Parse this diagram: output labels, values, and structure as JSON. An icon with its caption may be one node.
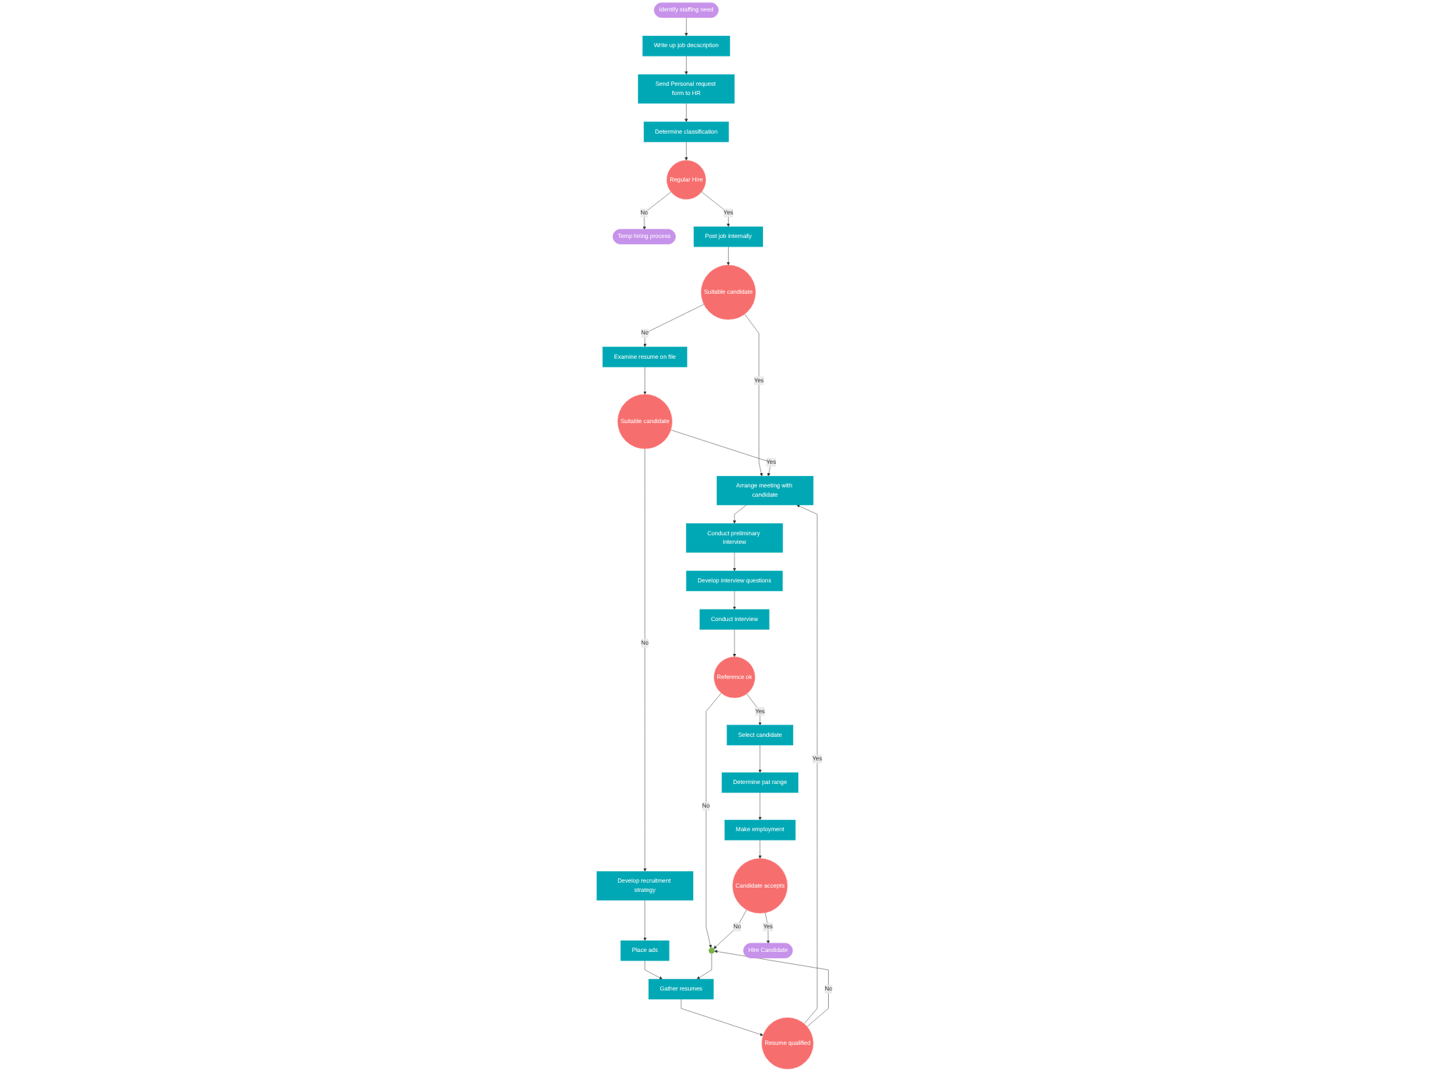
{
  "diagram": {
    "nodes": [
      {
        "text": [
          "Identify staffing need"
        ]
      },
      {
        "text": [
          "Write up job decscription"
        ]
      },
      {
        "text": [
          "Send Personal request form to HR"
        ]
      },
      {
        "text": [
          "Determine classification"
        ]
      },
      {
        "text": [
          "Regular Hire"
        ]
      },
      {
        "text": [
          "Temp hiring process"
        ]
      },
      {
        "text": [
          "Post job internally"
        ]
      },
      {
        "text": [
          "Suitable candidate"
        ]
      },
      {
        "text": [
          "Examine resume on file"
        ]
      },
      {
        "text": [
          "Suitable candidate"
        ]
      },
      {
        "text": [
          "Develop recruitment strategy"
        ]
      },
      {
        "text": [
          "Place ads"
        ]
      },
      {
        "text": [
          "Gather resumes"
        ]
      },
      {
        "text": [
          "Resume qualified"
        ]
      },
      {
        "text": [
          "Arrange meeting with candidate"
        ]
      },
      {
        "text": [
          "Conduct preliminary interview"
        ]
      },
      {
        "text": [
          "Develop interview questions"
        ]
      },
      {
        "text": [
          "Conduct interview"
        ]
      },
      {
        "text": [
          "Reference ok"
        ]
      },
      {
        "text": [],
        "shape": "circle"
      },
      {
        "text": [
          "Select candidate"
        ]
      },
      {
        "text": [
          "Determine pat range"
        ]
      },
      {
        "text": [
          "Make employment"
        ]
      },
      {
        "text": [
          "Candidate accepts"
        ]
      },
      {
        "text": [
          "Hire Candidate"
        ]
      }
    ],
    "edges": [
      {
        "from": 0,
        "to": 1,
        "arrow": "to"
      },
      {
        "from": 1,
        "to": 2,
        "arrow": "to"
      },
      {
        "from": 2,
        "to": 3,
        "arrow": "to"
      },
      {
        "from": 3,
        "to": 4,
        "arrow": "to"
      },
      {
        "from": 4,
        "to": 6,
        "arrow": "to",
        "label": "Yes"
      },
      {
        "from": 4,
        "to": 5,
        "arrow": "to",
        "label": "No"
      },
      {
        "from": 6,
        "to": 7,
        "arrow": "to"
      },
      {
        "from": 7,
        "to": 14,
        "arrow": "to",
        "label": "Yes"
      },
      {
        "from": 7,
        "to": 8,
        "arrow": "to",
        "label": "No"
      },
      {
        "from": 8,
        "to": 9,
        "arrow": "to"
      },
      {
        "from": 9,
        "to": 14,
        "arrow": "to",
        "label": "Yes"
      },
      {
        "from": 9,
        "to": 10,
        "arrow": "to",
        "label": "No"
      },
      {
        "from": 10,
        "to": 11,
        "arrow": "to"
      },
      {
        "from": 11,
        "to": 12,
        "arrow": "to"
      },
      {
        "from": 12,
        "to": 13,
        "arrow": "to"
      },
      {
        "from": 13,
        "to": 14,
        "arrow": "to",
        "label": "Yes"
      },
      {
        "from": 13,
        "to": 19,
        "arrow": "to",
        "label": "No"
      },
      {
        "from": 14,
        "to": 15,
        "arrow": "to"
      },
      {
        "from": 15,
        "to": 16,
        "arrow": "to"
      },
      {
        "from": 16,
        "to": 17,
        "arrow": "to"
      },
      {
        "from": 17,
        "to": 18,
        "arrow": "to"
      },
      {
        "from": 18,
        "to": 20,
        "arrow": "to",
        "label": "Yes"
      },
      {
        "from": 18,
        "to": 19,
        "arrow": "to",
        "label": "No"
      },
      {
        "from": 20,
        "to": 21,
        "arrow": "to"
      },
      {
        "from": 21,
        "to": 22,
        "arrow": "to"
      },
      {
        "from": 22,
        "to": 23,
        "arrow": "to"
      },
      {
        "from": 23,
        "to": 19,
        "arrow": "to",
        "label": "No"
      },
      {
        "from": 23,
        "to": 24,
        "arrow": "to",
        "label": "Yes"
      },
      {
        "from": 19,
        "to": 12,
        "arrow": "to"
      }
    ]
  }
}
